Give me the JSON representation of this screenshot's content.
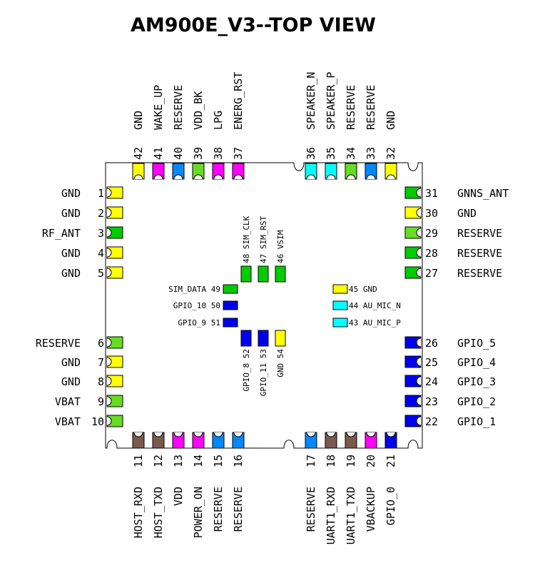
{
  "title": "AM900E_V3--TOP VIEW",
  "colors": {
    "yellow": "#ffff00",
    "green": "#00cc00",
    "lime": "#66dd22",
    "magenta": "#ff00ff",
    "azure": "#0088ff",
    "cyan": "#00ffff",
    "blue": "#0000ee",
    "brown": "#7a5a4e",
    "outline": "#000000"
  },
  "pins_left": [
    {
      "num": "1",
      "name": "GND",
      "color": "yellow"
    },
    {
      "num": "2",
      "name": "GND",
      "color": "yellow"
    },
    {
      "num": "3",
      "name": "RF_ANT",
      "color": "green"
    },
    {
      "num": "4",
      "name": "GND",
      "color": "yellow"
    },
    {
      "num": "5",
      "name": "GND",
      "color": "yellow"
    },
    {
      "num": "6",
      "name": "RESERVE",
      "color": "lime"
    },
    {
      "num": "7",
      "name": "GND",
      "color": "yellow"
    },
    {
      "num": "8",
      "name": "GND",
      "color": "yellow"
    },
    {
      "num": "9",
      "name": "VBAT",
      "color": "lime"
    },
    {
      "num": "10",
      "name": "VBAT",
      "color": "lime"
    }
  ],
  "pins_right": [
    {
      "num": "31",
      "name": "GNNS_ANT",
      "color": "green"
    },
    {
      "num": "30",
      "name": "GND",
      "color": "yellow"
    },
    {
      "num": "29",
      "name": "RESERVE",
      "color": "lime"
    },
    {
      "num": "28",
      "name": "RESERVE",
      "color": "green"
    },
    {
      "num": "27",
      "name": "RESERVE",
      "color": "green"
    },
    {
      "num": "26",
      "name": "GPIO_5",
      "color": "blue"
    },
    {
      "num": "25",
      "name": "GPIO_4",
      "color": "blue"
    },
    {
      "num": "24",
      "name": "GPIO_3",
      "color": "blue"
    },
    {
      "num": "23",
      "name": "GPIO_2",
      "color": "blue"
    },
    {
      "num": "22",
      "name": "GPIO_1",
      "color": "blue"
    }
  ],
  "pins_top": [
    {
      "num": "42",
      "name": "GND",
      "color": "yellow"
    },
    {
      "num": "41",
      "name": "WAKE_UP",
      "color": "magenta"
    },
    {
      "num": "40",
      "name": "RESERVE",
      "color": "azure"
    },
    {
      "num": "39",
      "name": "VDD_BK",
      "color": "lime"
    },
    {
      "num": "38",
      "name": "LPG",
      "color": "magenta"
    },
    {
      "num": "37",
      "name": "ENERG_RST",
      "color": "magenta"
    },
    {
      "num": "36",
      "name": "SPEAKER_N",
      "color": "cyan"
    },
    {
      "num": "35",
      "name": "SPEAKER_P",
      "color": "cyan"
    },
    {
      "num": "34",
      "name": "RESERVE",
      "color": "lime"
    },
    {
      "num": "33",
      "name": "RESERVE",
      "color": "azure"
    },
    {
      "num": "32",
      "name": "GND",
      "color": "yellow"
    }
  ],
  "pins_bottom": [
    {
      "num": "11",
      "name": "HOST_RXD",
      "color": "brown"
    },
    {
      "num": "12",
      "name": "HOST_TXD",
      "color": "brown"
    },
    {
      "num": "13",
      "name": "VDD",
      "color": "magenta"
    },
    {
      "num": "14",
      "name": "POWER_ON",
      "color": "magenta"
    },
    {
      "num": "15",
      "name": "RESERVE",
      "color": "azure"
    },
    {
      "num": "16",
      "name": "RESERVE",
      "color": "azure"
    },
    {
      "num": "17",
      "name": "RESERVE",
      "color": "azure"
    },
    {
      "num": "18",
      "name": "UART1_RXD",
      "color": "brown"
    },
    {
      "num": "19",
      "name": "UART1_TXD",
      "color": "brown"
    },
    {
      "num": "20",
      "name": "VBACKUP",
      "color": "magenta"
    },
    {
      "num": "21",
      "name": "GPIO_0",
      "color": "blue"
    }
  ],
  "pins_inner_top": [
    {
      "num": "48",
      "name": "SIM_CLK",
      "color": "green"
    },
    {
      "num": "47",
      "name": "SIM_RST",
      "color": "green"
    },
    {
      "num": "46",
      "name": "VSIM",
      "color": "green"
    }
  ],
  "pins_inner_left": [
    {
      "num": "49",
      "name": "SIM_DATA",
      "color": "green"
    },
    {
      "num": "50",
      "name": "GPIO_10",
      "color": "blue"
    },
    {
      "num": "51",
      "name": "GPIO_9",
      "color": "blue"
    }
  ],
  "pins_inner_bottom": [
    {
      "num": "52",
      "name": "GPIO_8",
      "color": "blue"
    },
    {
      "num": "53",
      "name": "GPIO_11",
      "color": "blue"
    },
    {
      "num": "54",
      "name": "GND",
      "color": "yellow"
    }
  ],
  "pins_inner_right": [
    {
      "num": "45",
      "name": "GND",
      "color": "yellow"
    },
    {
      "num": "44",
      "name": "AU_MIC_N",
      "color": "cyan"
    },
    {
      "num": "43",
      "name": "AU_MIC_P",
      "color": "cyan"
    }
  ]
}
